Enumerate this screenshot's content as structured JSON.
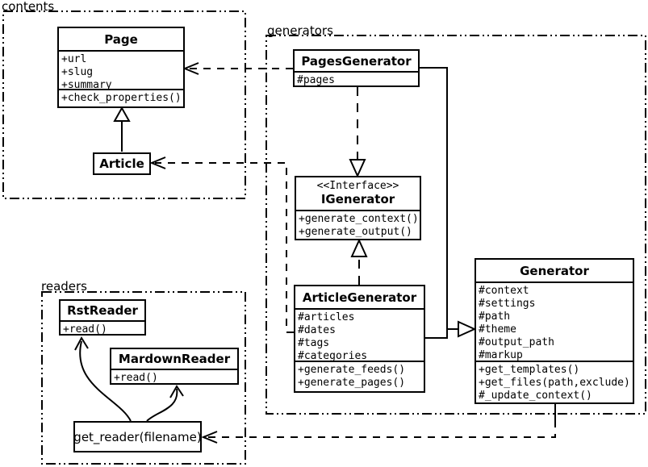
{
  "diagram": {
    "type": "uml-class-diagram"
  },
  "colors": {
    "line": "#000000",
    "background": "#ffffff"
  },
  "packages": {
    "contents": {
      "label": "contents"
    },
    "generators": {
      "label": "generators"
    },
    "readers": {
      "label": "readers"
    }
  },
  "classes": {
    "page": {
      "name": "Page",
      "attributes": [
        "+url",
        "+slug",
        "+summary"
      ],
      "methods": [
        "+check_properties()"
      ]
    },
    "article": {
      "name": "Article"
    },
    "pagesGenerator": {
      "name": "PagesGenerator",
      "attributes": [
        "#pages"
      ]
    },
    "igenerator": {
      "stereotype": "<<Interface>>",
      "name": "IGenerator",
      "methods": [
        "+generate_context()",
        "+generate_output()"
      ]
    },
    "articleGenerator": {
      "name": "ArticleGenerator",
      "attributes": [
        "#articles",
        "#dates",
        "#tags",
        "#categories"
      ],
      "methods": [
        "+generate_feeds()",
        "+generate_pages()"
      ]
    },
    "generator": {
      "name": "Generator",
      "attributes": [
        "#context",
        "#settings",
        "#path",
        "#theme",
        "#output_path",
        "#markup"
      ],
      "methods": [
        "+get_templates()",
        "+get_files(path,exclude)",
        "#_update_context()"
      ]
    },
    "rstReader": {
      "name": "RstReader",
      "methods": [
        "+read()"
      ]
    },
    "mardownReader": {
      "name": "MardownReader",
      "methods": [
        "+read()"
      ]
    },
    "getReader": {
      "label": "get_reader(filename)"
    }
  }
}
